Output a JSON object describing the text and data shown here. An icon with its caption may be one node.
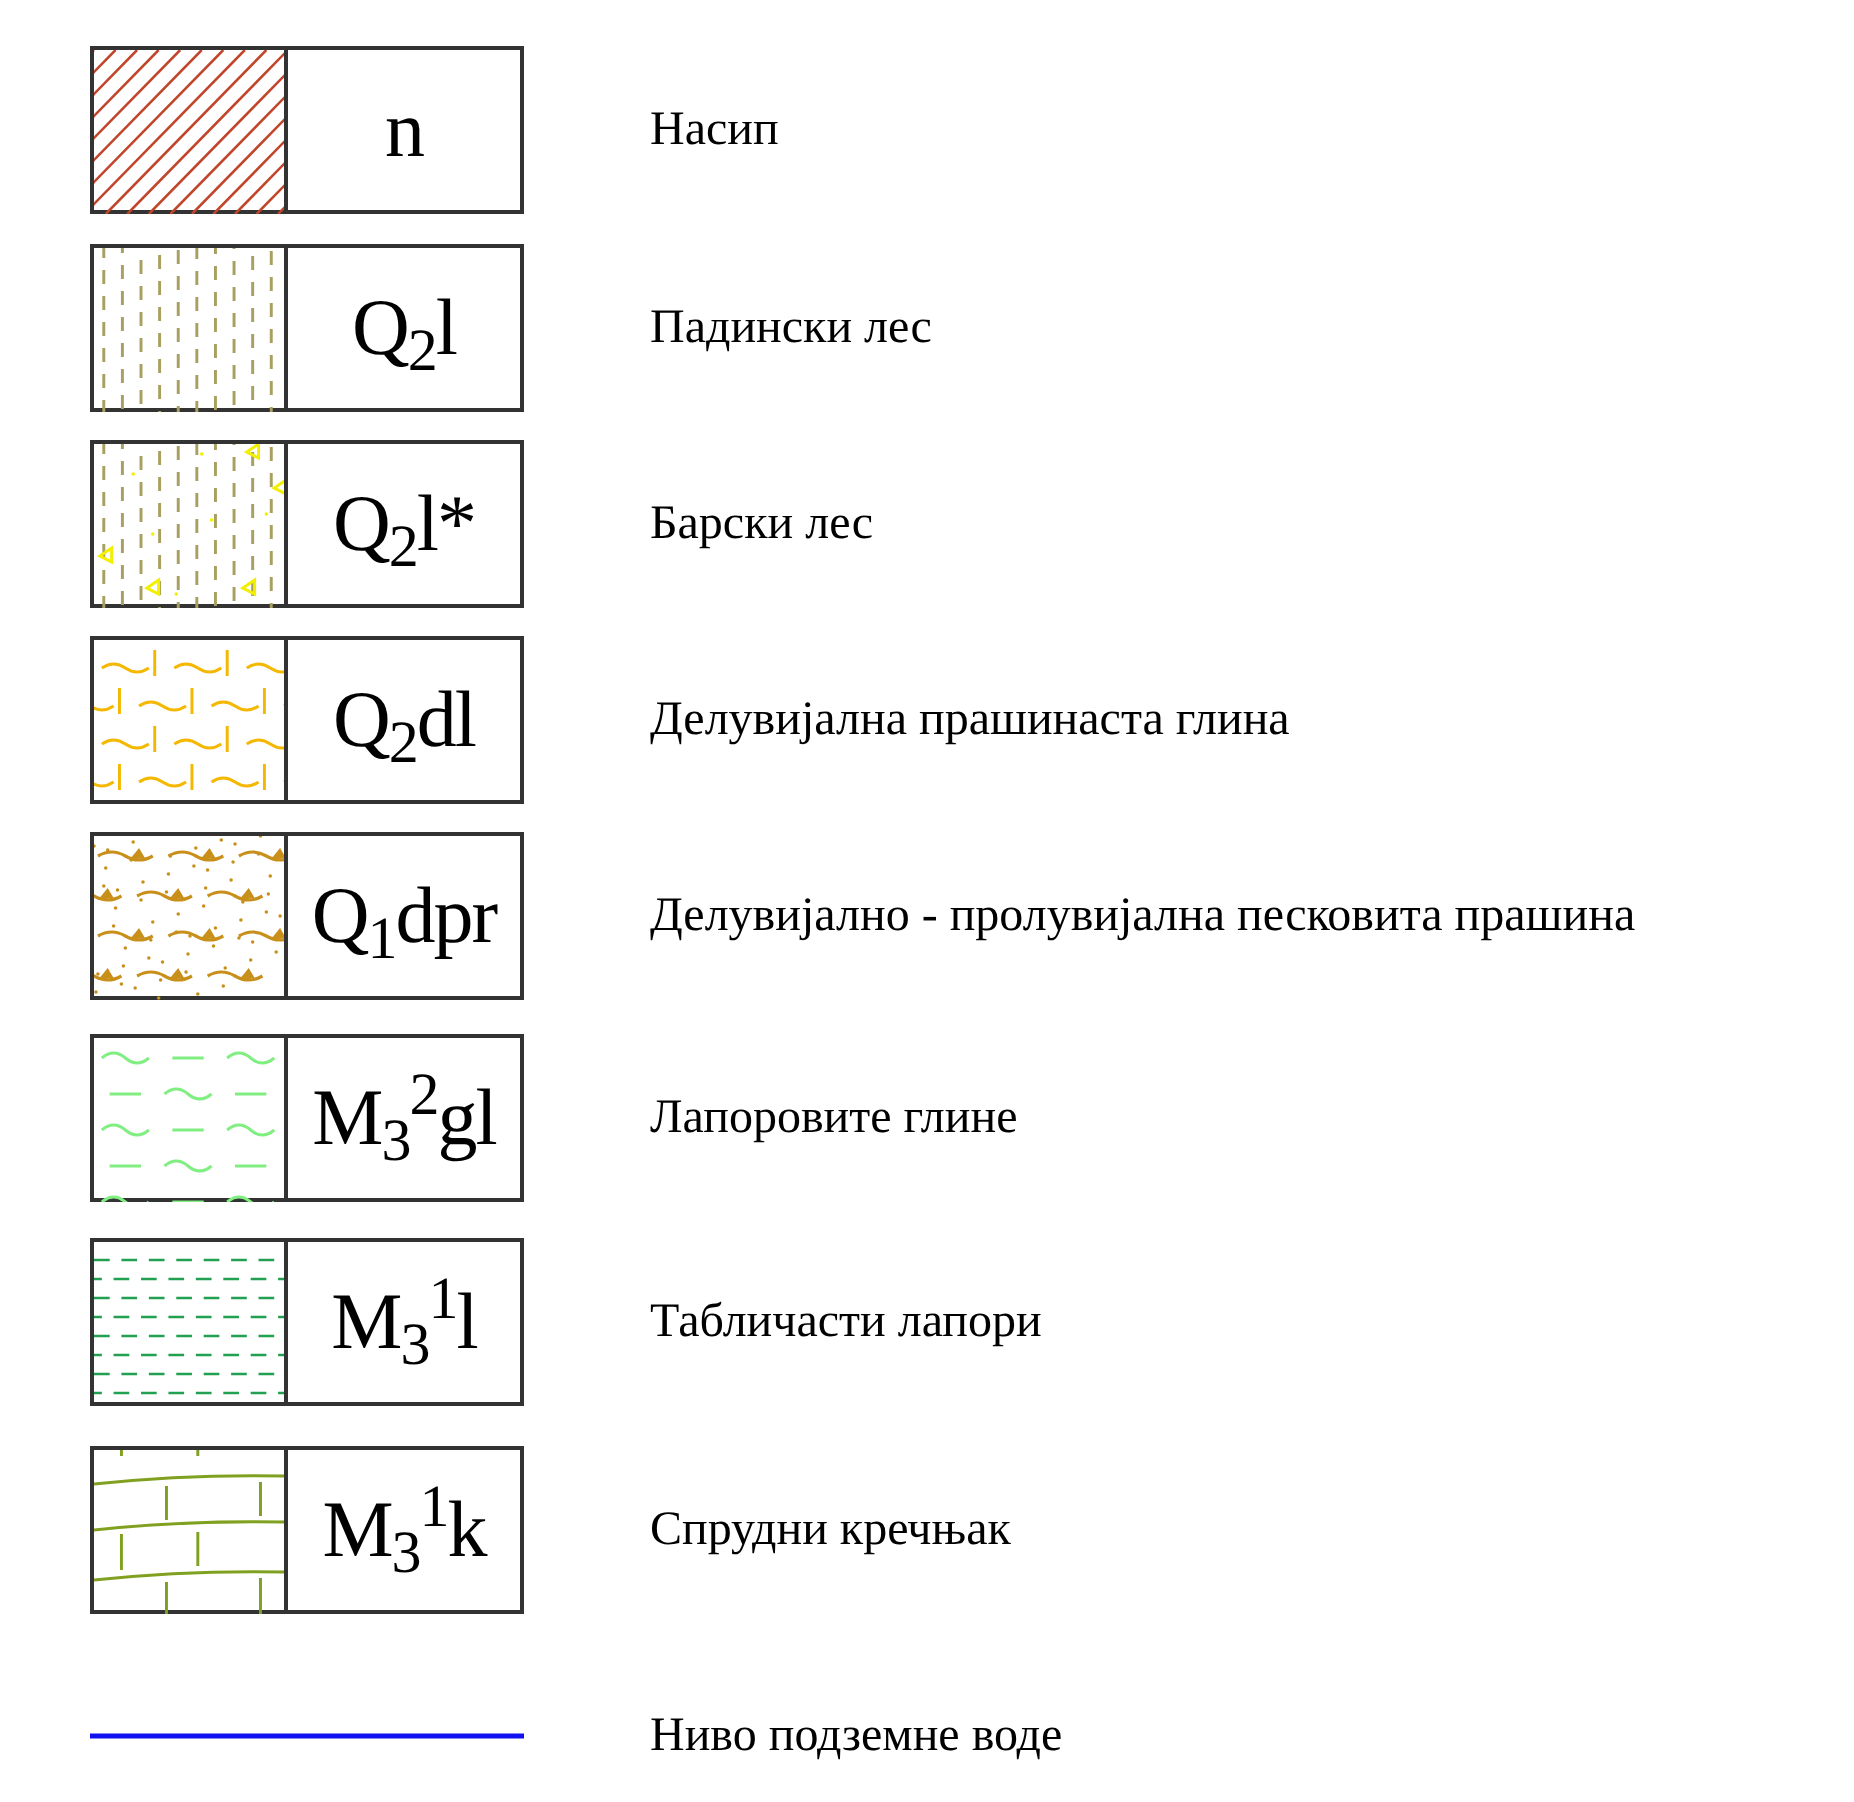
{
  "diagram": {
    "labels": [
      "n",
      "Q$_{2}$l",
      "Q$_{2}$l*",
      "Q$_{2}$dl",
      "Q$_{1}$dpr",
      "M$_{3}$$^{2}$gl",
      "M$_{3}$$^{1}$l",
      "M$_{3}$$^{1}$k"
    ],
    "legend": [
      {
        "text": "Насип"
      },
      {
        "text": "Падински лес"
      },
      {
        "text": "Барски лес"
      },
      {
        "text": "Делувијална прашинаста глина"
      },
      {
        "text": "Делувијално - пролувијална песковита прашина"
      },
      {
        "text": "Лапоровите глине"
      },
      {
        "text": "Табличасти лапори"
      },
      {
        "text": "Спрудни кречњак"
      },
      {
        "text": "Ниво подземне воде"
      }
    ]
  }
}
